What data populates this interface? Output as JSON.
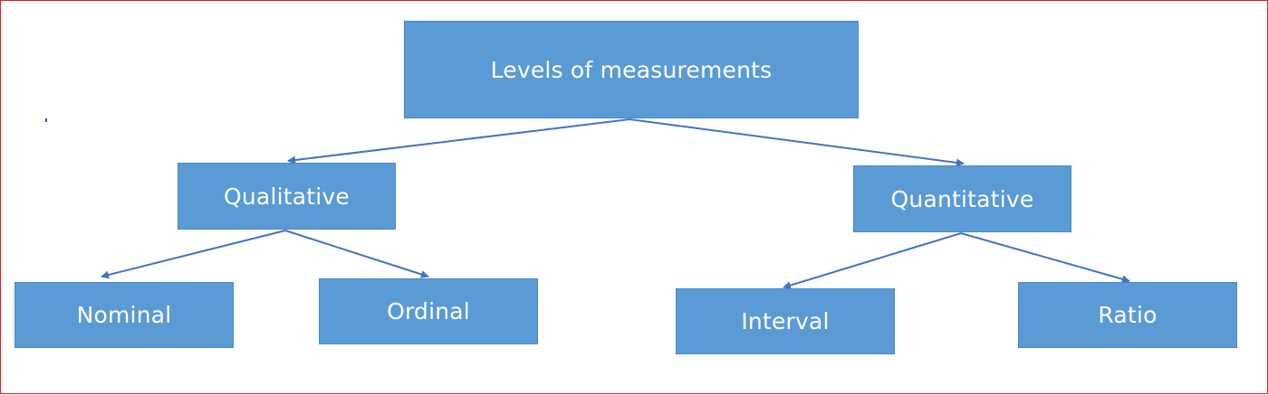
{
  "diagram": {
    "root": {
      "label": "Levels of measurements"
    },
    "branches": [
      {
        "label": "Qualitative",
        "children": [
          {
            "label": "Nominal"
          },
          {
            "label": "Ordinal"
          }
        ]
      },
      {
        "label": "Quantitative",
        "children": [
          {
            "label": "Interval"
          },
          {
            "label": "Ratio"
          }
        ]
      }
    ]
  },
  "colors": {
    "node_fill": "#5b9bd5",
    "node_text": "#ffffff",
    "arrow": "#4472c4",
    "frame_border": "#d4202a"
  }
}
